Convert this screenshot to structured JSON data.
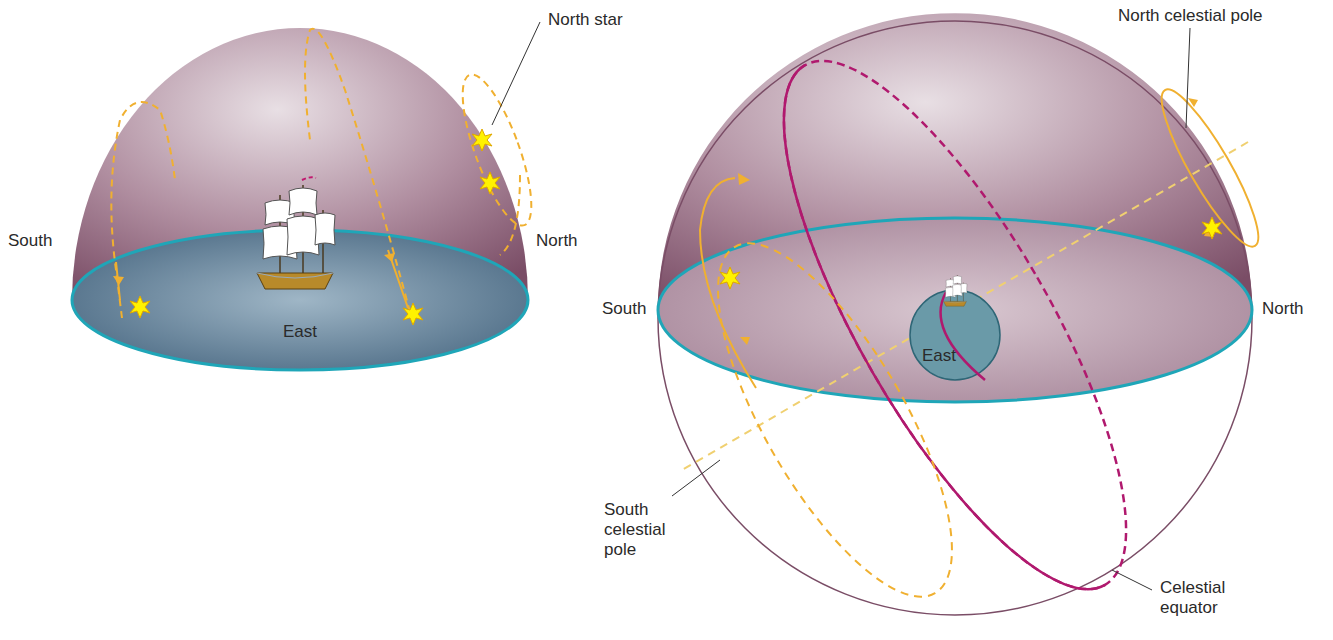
{
  "diagram": {
    "labels": [
      "North star",
      "South",
      "East",
      "North",
      "North celestial pole",
      "South",
      "North",
      "East",
      "South celestial pole",
      "Celestial equator"
    ]
  }
}
